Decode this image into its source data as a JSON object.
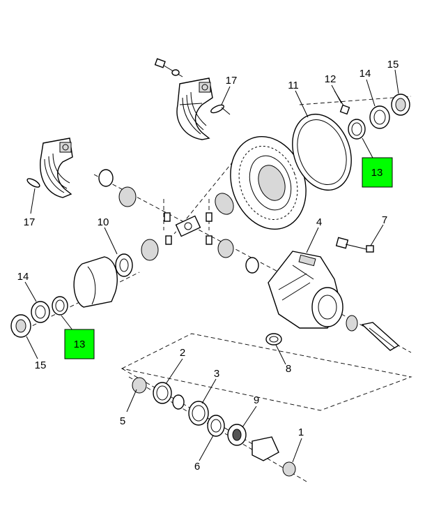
{
  "diagram": {
    "callouts": [
      {
        "id": "c1",
        "text": "1"
      },
      {
        "id": "c2",
        "text": "2"
      },
      {
        "id": "c3",
        "text": "3"
      },
      {
        "id": "c4",
        "text": "4"
      },
      {
        "id": "c5",
        "text": "5"
      },
      {
        "id": "c6",
        "text": "6"
      },
      {
        "id": "c7",
        "text": "7"
      },
      {
        "id": "c8",
        "text": "8"
      },
      {
        "id": "c9",
        "text": "9"
      },
      {
        "id": "c10",
        "text": "10"
      },
      {
        "id": "c11",
        "text": "11"
      },
      {
        "id": "c12",
        "text": "12"
      },
      {
        "id": "c14a",
        "text": "14"
      },
      {
        "id": "c14b",
        "text": "14"
      },
      {
        "id": "c15a",
        "text": "15"
      },
      {
        "id": "c15b",
        "text": "15"
      },
      {
        "id": "c17a",
        "text": "17"
      },
      {
        "id": "c17b",
        "text": "17"
      }
    ],
    "highlights": [
      {
        "id": "h13a",
        "text": "13"
      },
      {
        "id": "h13b",
        "text": "13"
      }
    ],
    "highlight_color": "#00ff00"
  }
}
